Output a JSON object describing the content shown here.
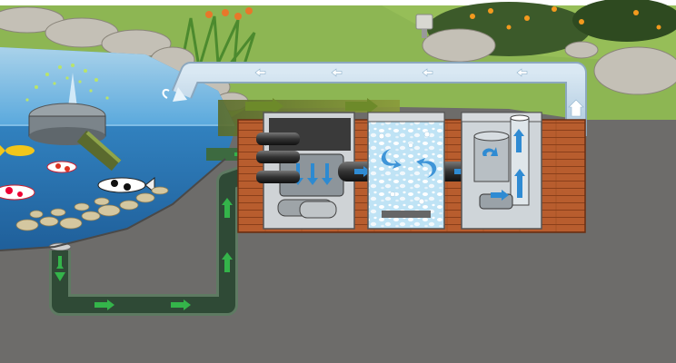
{
  "diagram": {
    "components": [
      {
        "id": "pond"
      },
      {
        "id": "fountain"
      },
      {
        "id": "bottom-drain"
      },
      {
        "id": "settlement-chamber"
      },
      {
        "id": "filter-chamber"
      },
      {
        "id": "pump-chamber"
      },
      {
        "id": "return-pipe"
      }
    ]
  },
  "colors": {
    "grass": "#8db653",
    "ground": "#6d6c6a",
    "water": "#2f86c7",
    "return_pipe": "#c4daeb",
    "drain_pipe": "#3a5a46",
    "flow_arrow_green": "#34b44a",
    "flow_arrow_blue": "#1e88d0",
    "wood_deck": "#b45a2c"
  },
  "icons": [
    "arrow-icon",
    "fish-icon",
    "bubble-icon",
    "stone-icon"
  ]
}
